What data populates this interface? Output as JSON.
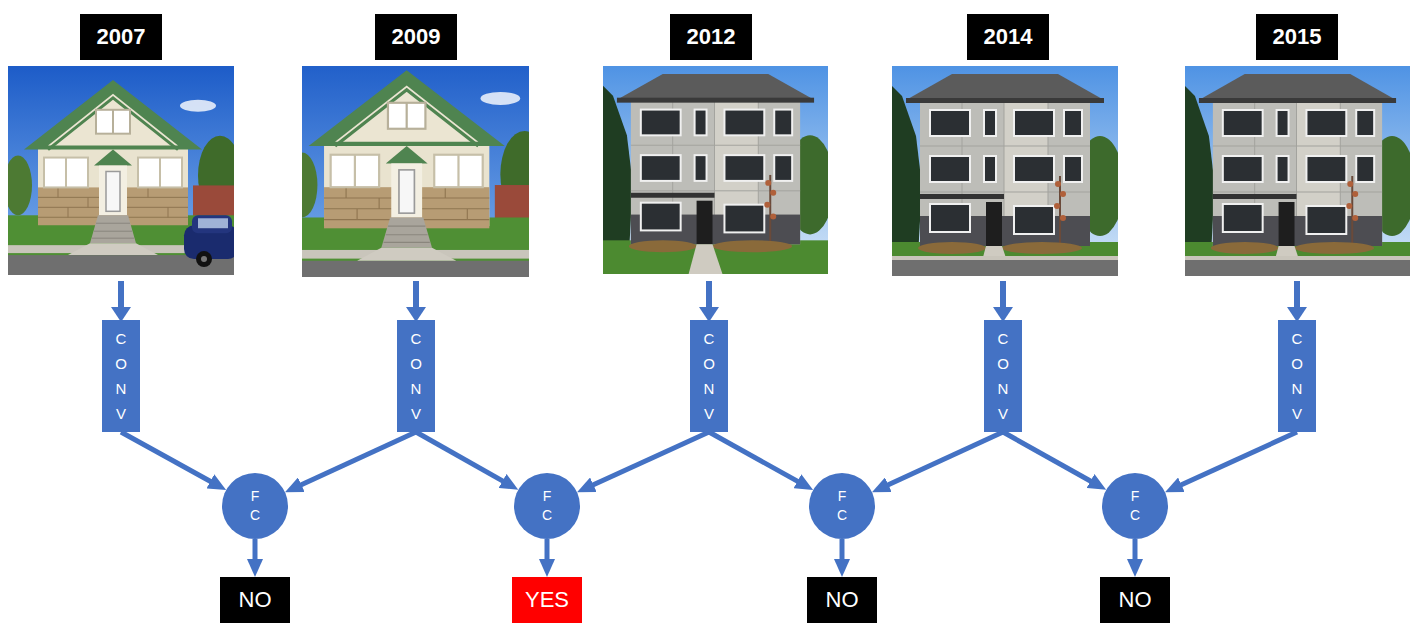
{
  "diagram": {
    "nodes": [
      {
        "text": [
          "2007"
        ]
      },
      {
        "text": [
          "2009"
        ]
      },
      {
        "text": [
          "2012"
        ]
      },
      {
        "text": [
          "2014"
        ]
      },
      {
        "text": [
          "2015"
        ]
      },
      {
        "text": [
          "CONV"
        ]
      },
      {
        "text": [
          "CONV"
        ]
      },
      {
        "text": [
          "CONV"
        ]
      },
      {
        "text": [
          "CONV"
        ]
      },
      {
        "text": [
          "CONV"
        ]
      },
      {
        "text": [
          "FC"
        ]
      },
      {
        "text": [
          "FC"
        ]
      },
      {
        "text": [
          "FC"
        ]
      },
      {
        "text": [
          "FC"
        ]
      },
      {
        "text": [
          "NO"
        ]
      },
      {
        "text": [
          "YES"
        ]
      },
      {
        "text": [
          "NO"
        ]
      },
      {
        "text": [
          "NO"
        ]
      }
    ],
    "edges": [
      {
        "from": 5,
        "to": 10,
        "arrow": "to"
      },
      {
        "from": 6,
        "to": 10,
        "arrow": "to"
      },
      {
        "from": 6,
        "to": 11,
        "arrow": "to"
      },
      {
        "from": 7,
        "to": 11,
        "arrow": "to"
      },
      {
        "from": 7,
        "to": 12,
        "arrow": "to"
      },
      {
        "from": 8,
        "to": 12,
        "arrow": "to"
      },
      {
        "from": 8,
        "to": 13,
        "arrow": "to"
      },
      {
        "from": 9,
        "to": 13,
        "arrow": "to"
      },
      {
        "from": 10,
        "to": 14,
        "arrow": "to"
      },
      {
        "from": 11,
        "to": 15,
        "arrow": "to"
      },
      {
        "from": 12,
        "to": 16,
        "arrow": "to"
      },
      {
        "from": 13,
        "to": 17,
        "arrow": "to"
      }
    ]
  }
}
